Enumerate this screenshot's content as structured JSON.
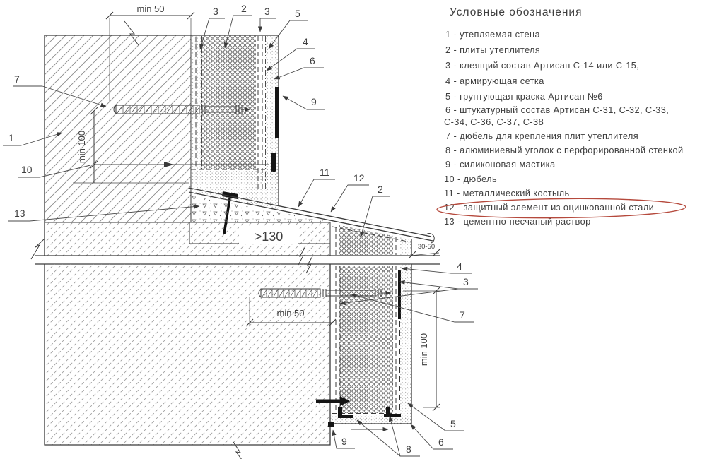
{
  "drawing": {
    "callouts": {
      "n1": "1",
      "n2": "2",
      "n3": "3",
      "n4": "4",
      "n5": "5",
      "n6": "6",
      "n7": "7",
      "n8": "8",
      "n9": "9",
      "n10": "10",
      "n11": "11",
      "n12": "12",
      "n13": "13"
    },
    "dimensions": {
      "min50": "min 50",
      "min100": "min 100",
      "ledge_depth": ">130",
      "overhang": "30-50"
    }
  },
  "legend": {
    "title": "Условные обозначения",
    "items": [
      {
        "text": "1 - утепляемая стена"
      },
      {
        "text": "2 - плиты утеплителя"
      },
      {
        "text": "3 - клеящий состав Артисан С-14 или С-15,"
      },
      {
        "text": "4 - армирующая сетка"
      },
      {
        "text": "5 - грунтующая краска Артисан №6"
      },
      {
        "text": "6 - штукатурный состав Артисан С-31, С-32, С-33,"
      },
      {
        "text": "С-34, С-36, С-37, С-38"
      },
      {
        "text": "7 - дюбель для крепления плит утеплителя"
      },
      {
        "text": "8 - алюминиевый уголок с перфорированной стенкой"
      },
      {
        "text": "9 - силиконовая мастика"
      },
      {
        "text": "10 - дюбель"
      },
      {
        "text": "11 - металлический костыль"
      },
      {
        "text": "12 - защитный элемент из оцинкованной стали"
      },
      {
        "text": "13 - цементно-песчаный раствор"
      }
    ]
  },
  "colors": {
    "line": "#3a3a3a",
    "text": "#3f3f3f",
    "annotation": "#b5493c",
    "background": "#ffffff"
  }
}
